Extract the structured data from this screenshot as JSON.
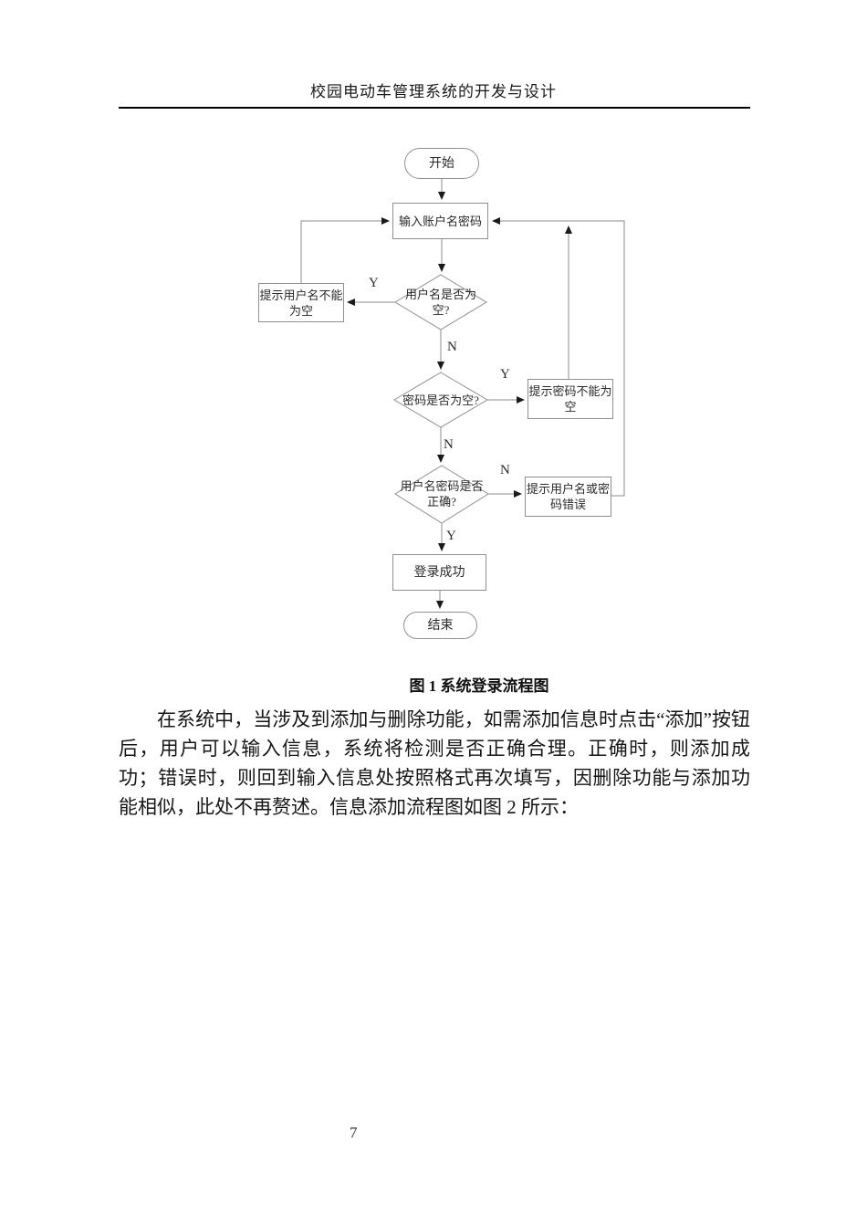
{
  "header": {
    "title": "校园电动车管理系统的开发与设计"
  },
  "flowchart": {
    "nodes": {
      "start": "开始",
      "input": "输入账户名密码",
      "check_username": "用户名是否为空?",
      "prompt_username_empty": "提示用户名不能为空",
      "check_password": "密码是否为空?",
      "prompt_password_empty": "提示密码不能为空",
      "check_correct": "用户名密码是否正确?",
      "prompt_wrong": "提示用户名或密码错误",
      "success": "登录成功",
      "end": "结束"
    },
    "labels": {
      "username_yes": "Y",
      "username_no": "N",
      "password_yes": "Y",
      "password_no": "N",
      "correct_no": "N",
      "correct_yes": "Y"
    },
    "line_color": "#8c8c8c",
    "arrow_color": "#1a1a1a"
  },
  "caption": "图 1 系统登录流程图",
  "paragraph": "在系统中，当涉及到添加与删除功能，如需添加信息时点击“添加”按钮后，用户可以输入信息，系统将检测是否正确合理。正确时，则添加成功；错误时，则回到输入信息处按照格式再次填写，因删除功能与添加功能相似，此处不再赘述。信息添加流程图如图 2 所示：",
  "footer": {
    "page_number": "7"
  }
}
